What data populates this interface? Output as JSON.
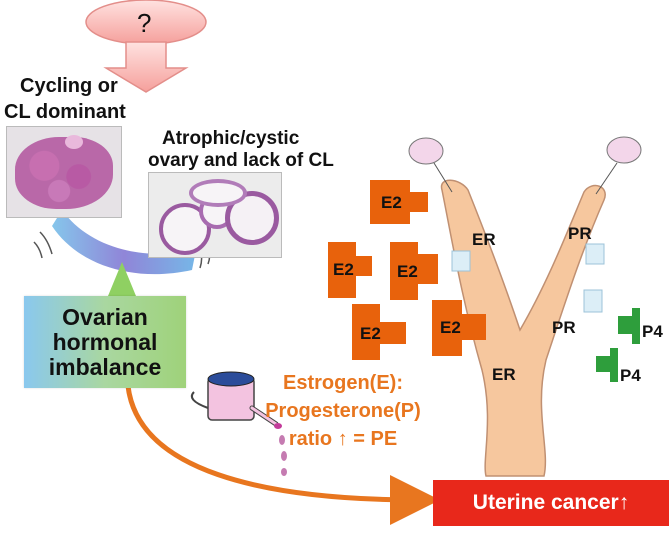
{
  "question_mark": "?",
  "cycling_label": [
    "Cycling or",
    "CL dominant"
  ],
  "atrophic_label": [
    "Atrophic/cystic",
    "ovary and lack of CL"
  ],
  "imbalance_label": [
    "Ovarian",
    "hormonal",
    "imbalance"
  ],
  "ratio_label": [
    "Estrogen(E):",
    "Progesterone(P)",
    "ratio ↑ = PE"
  ],
  "cancer_label": "Uterine cancer↑",
  "e2_label": "E2",
  "er_label": "ER",
  "pr_label": "PR",
  "p4_label": "P4",
  "colors": {
    "estrogen": "#e8620c",
    "progesterone": "#2e9e3c",
    "uterus": "#f6c79e",
    "cancer": "#e8281b",
    "arrow": "#e8761f",
    "question": "#f7b3b0"
  }
}
